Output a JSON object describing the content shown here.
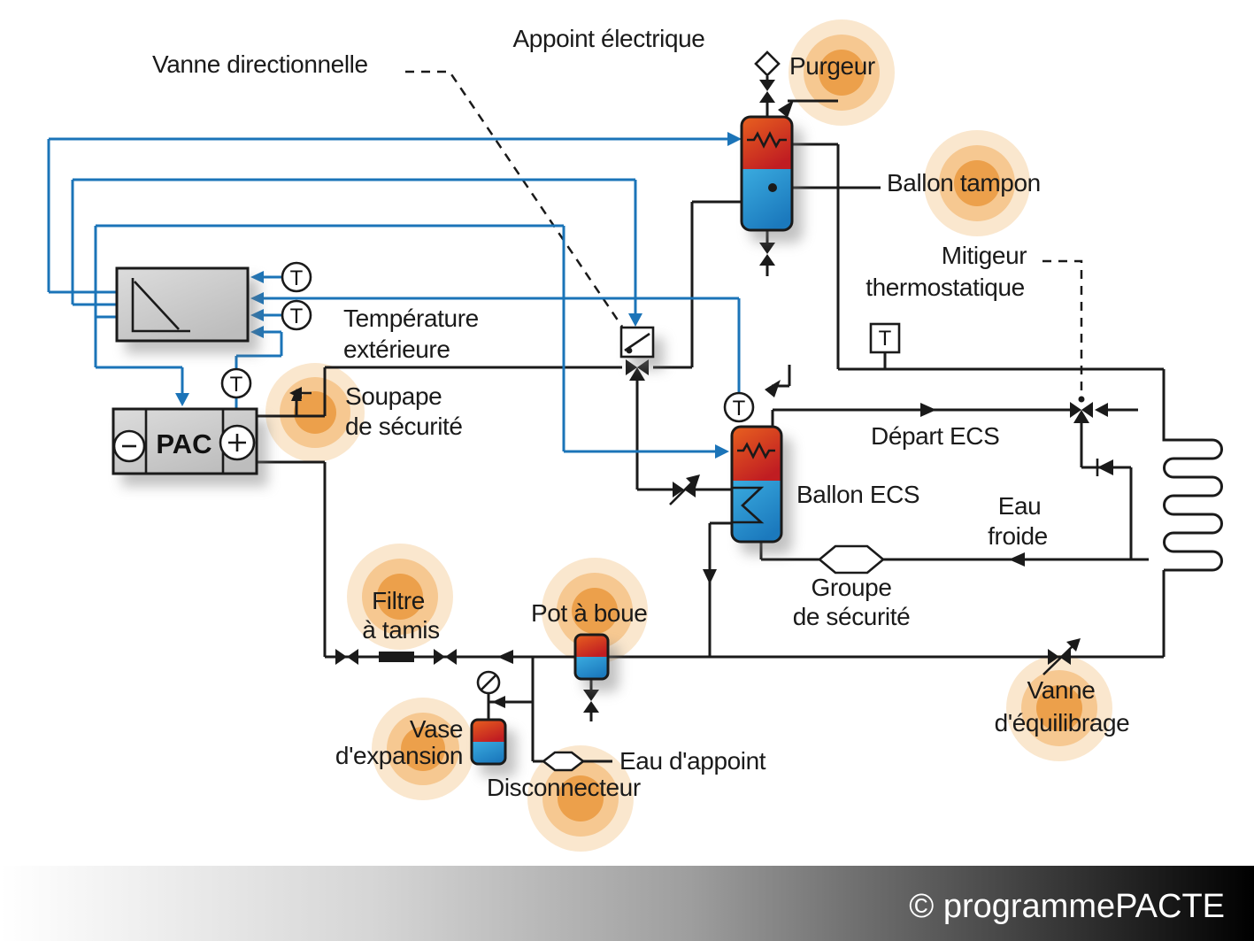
{
  "labels": {
    "vanne_directionnelle": "Vanne directionnelle",
    "appoint_electrique": "Appoint électrique",
    "purgeur": "Purgeur",
    "ballon_tampon": "Ballon tampon",
    "mitigeur_l1": "Mitigeur",
    "mitigeur_l2": "thermostatique",
    "temperature_l1": "Température",
    "temperature_l2": "extérieure",
    "soupape_l1": "Soupape",
    "soupape_l2": "de sécurité",
    "depart_ecs": "Départ ECS",
    "ballon_ecs": "Ballon ECS",
    "eau_froide_l1": "Eau",
    "eau_froide_l2": "froide",
    "groupe_l1": "Groupe",
    "groupe_l2": "de sécurité",
    "filtre_l1": "Filtre",
    "filtre_l2": "à tamis",
    "pot_a_boue": "Pot à boue",
    "vase_l1": "Vase",
    "vase_l2": "d'expansion",
    "disconnecteur": "Disconnecteur",
    "eau_appoint": "Eau d'appoint",
    "vanne_eq_l1": "Vanne",
    "vanne_eq_l2": "d'équilibrage"
  },
  "pac": {
    "label": "PAC",
    "minus": "-",
    "plus": "+"
  },
  "sensors": {
    "t": "T"
  },
  "footer": {
    "copyright": "© programmePACTE"
  },
  "colors": {
    "pipe_black": "#1a1a1a",
    "circuit_blue": "#1b74b8",
    "tank_red_light": "#e8611f",
    "tank_red_dark": "#c01d22",
    "tank_blue_light": "#3aabdf",
    "tank_blue_dark": "#1b79bd",
    "box_gray_light": "#dcdcdc",
    "box_gray_dark": "#bdbdbd",
    "glow_core": "#eca04b",
    "glow_mid": "#f5c48b",
    "glow_outer": "#f9e3c6",
    "footer_left": "#ffffff",
    "footer_right": "#000000"
  }
}
